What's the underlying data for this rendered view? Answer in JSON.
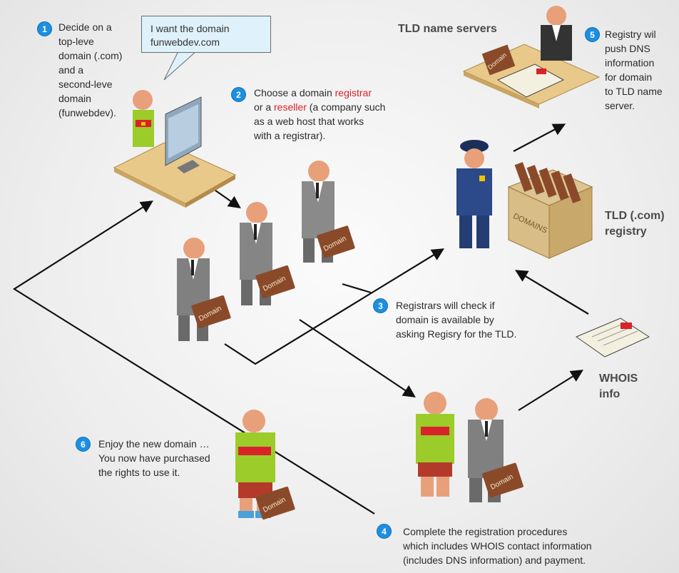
{
  "steps": [
    {
      "num": "1",
      "text": "Decide on a\ntop-leve\ndomain (.com)\nand a\nsecond-leve\ndomain\n(funwebdev)."
    },
    {
      "num": "2",
      "text_before_registrar": "Choose a domain ",
      "registrar": "registrar",
      "text_mid": "\nor a ",
      "reseller": "reseller",
      "text_after": " (a company such\nas a web host that works\nwith a registrar)."
    },
    {
      "num": "3",
      "text": "Registrars will check if\ndomain is available by\nasking Regisry for the TLD."
    },
    {
      "num": "4",
      "text": "Complete the registration procedures\nwhich includes WHOIS contact information\n(includes DNS information) and payment."
    },
    {
      "num": "5",
      "text": "Registry wil\npush DNS\ninformation\nfor domain\nto TLD name\nserver."
    },
    {
      "num": "6",
      "text": "Enjoy the new domain …\nYou now have purchased\nthe rights to use it."
    }
  ],
  "speech_bubble": "I want the domain\nfunwebdev.com",
  "labels": {
    "tld_name_servers": "TLD name servers",
    "tld_registry": "TLD (.com)\nregistry",
    "whois_info": "WHOIS\ninfo"
  },
  "briefcase_text": "Domain",
  "box_text": "DOMAINS",
  "colors": {
    "badge": "#1d8fe0",
    "highlight": "#d8232a",
    "shirt_green": "#9ccc2a",
    "suit_grey": "#808080",
    "police_blue": "#2c4a8a",
    "desk": "#e8c98a",
    "briefcase": "#8a4a2a"
  }
}
